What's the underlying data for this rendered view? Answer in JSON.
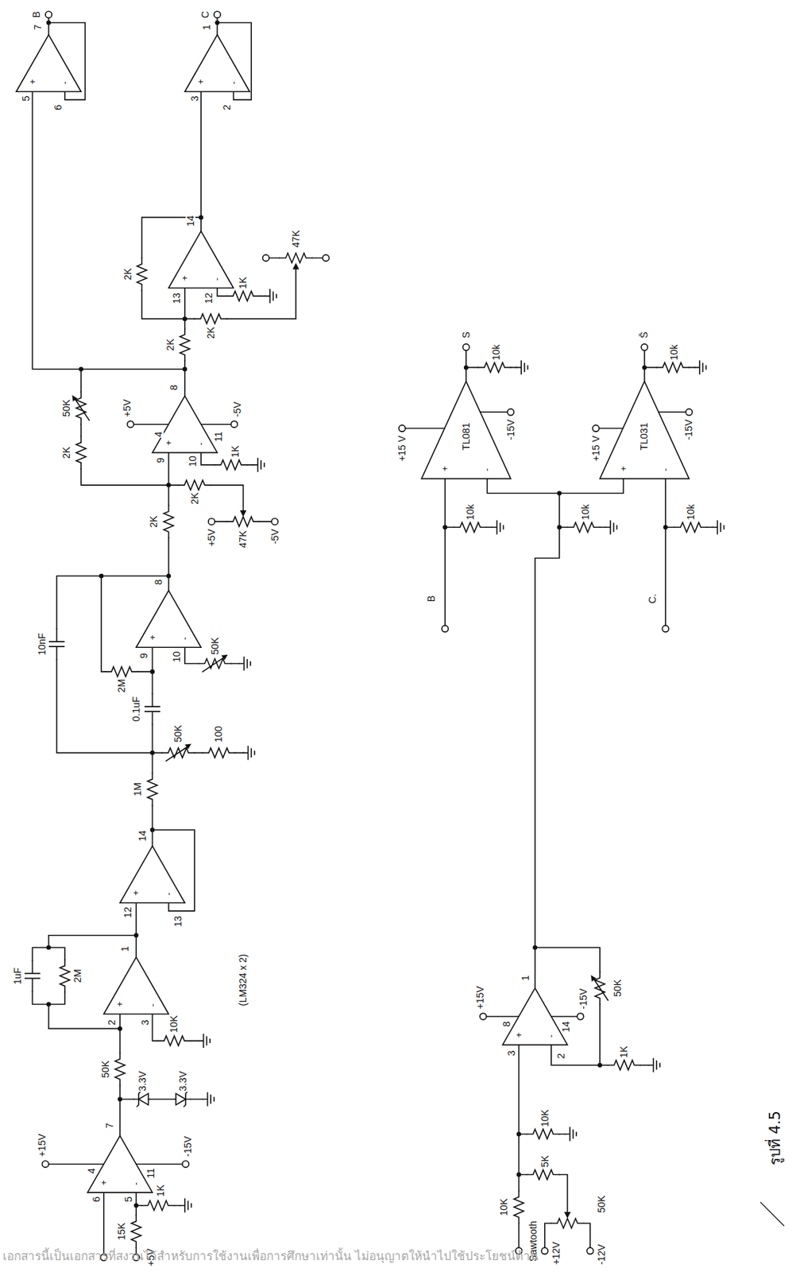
{
  "diagram": {
    "caption": "รูปที่ 4.5",
    "labels": [
      "+15V",
      "4",
      "11",
      "-15V",
      "6",
      "5",
      "15K",
      "+5V",
      "1K",
      "7",
      "3.3V",
      "3.3V",
      "50K",
      "1uF",
      "2M",
      "2",
      "3",
      "1",
      "10K",
      "12",
      "13",
      "14",
      "(LM324 x 2)",
      "1M",
      "10nF",
      "0.1uF",
      "2M",
      "50K",
      "100",
      "9",
      "10",
      "50K",
      "8",
      "2K",
      "2K",
      "+5V",
      "47K",
      "-5V",
      "9",
      "10",
      "4",
      "+5V",
      "11",
      "-5V",
      "1K",
      "2K",
      "50K",
      "8",
      "2K",
      "13",
      "12",
      "2K",
      "1K",
      "47K",
      "2K",
      "14",
      "B",
      "5",
      "6",
      "7",
      "C",
      "3",
      "2",
      "1",
      "Sawtooth",
      "10K",
      "+12V",
      "-12V",
      "50K",
      "5K",
      "10K",
      "+15V",
      "8",
      "-15V",
      "14",
      "3",
      "2",
      "1",
      "1K",
      "50K",
      "B",
      "10k",
      "10k",
      "C.",
      "10k",
      "+15 V",
      "TL081",
      "-15V",
      "S",
      "10k",
      "+15 V",
      "TL031",
      "-15V",
      "S̄",
      "10k",
      "+",
      "-",
      "+",
      "-",
      "+",
      "-",
      "+",
      "-",
      "+",
      "-",
      "+",
      "-",
      "+",
      "-",
      "+",
      "-",
      "+",
      "-",
      "+",
      "-",
      "+",
      "-",
      "เอกสารนี้เป็นเอกสารที่สงวนไว้สำหรับการใช้งานเพื่อการศึกษาเท่านั้น ไม่อนุญาตให้นำไปใช้ประโยชน์ด้าน"
    ]
  }
}
